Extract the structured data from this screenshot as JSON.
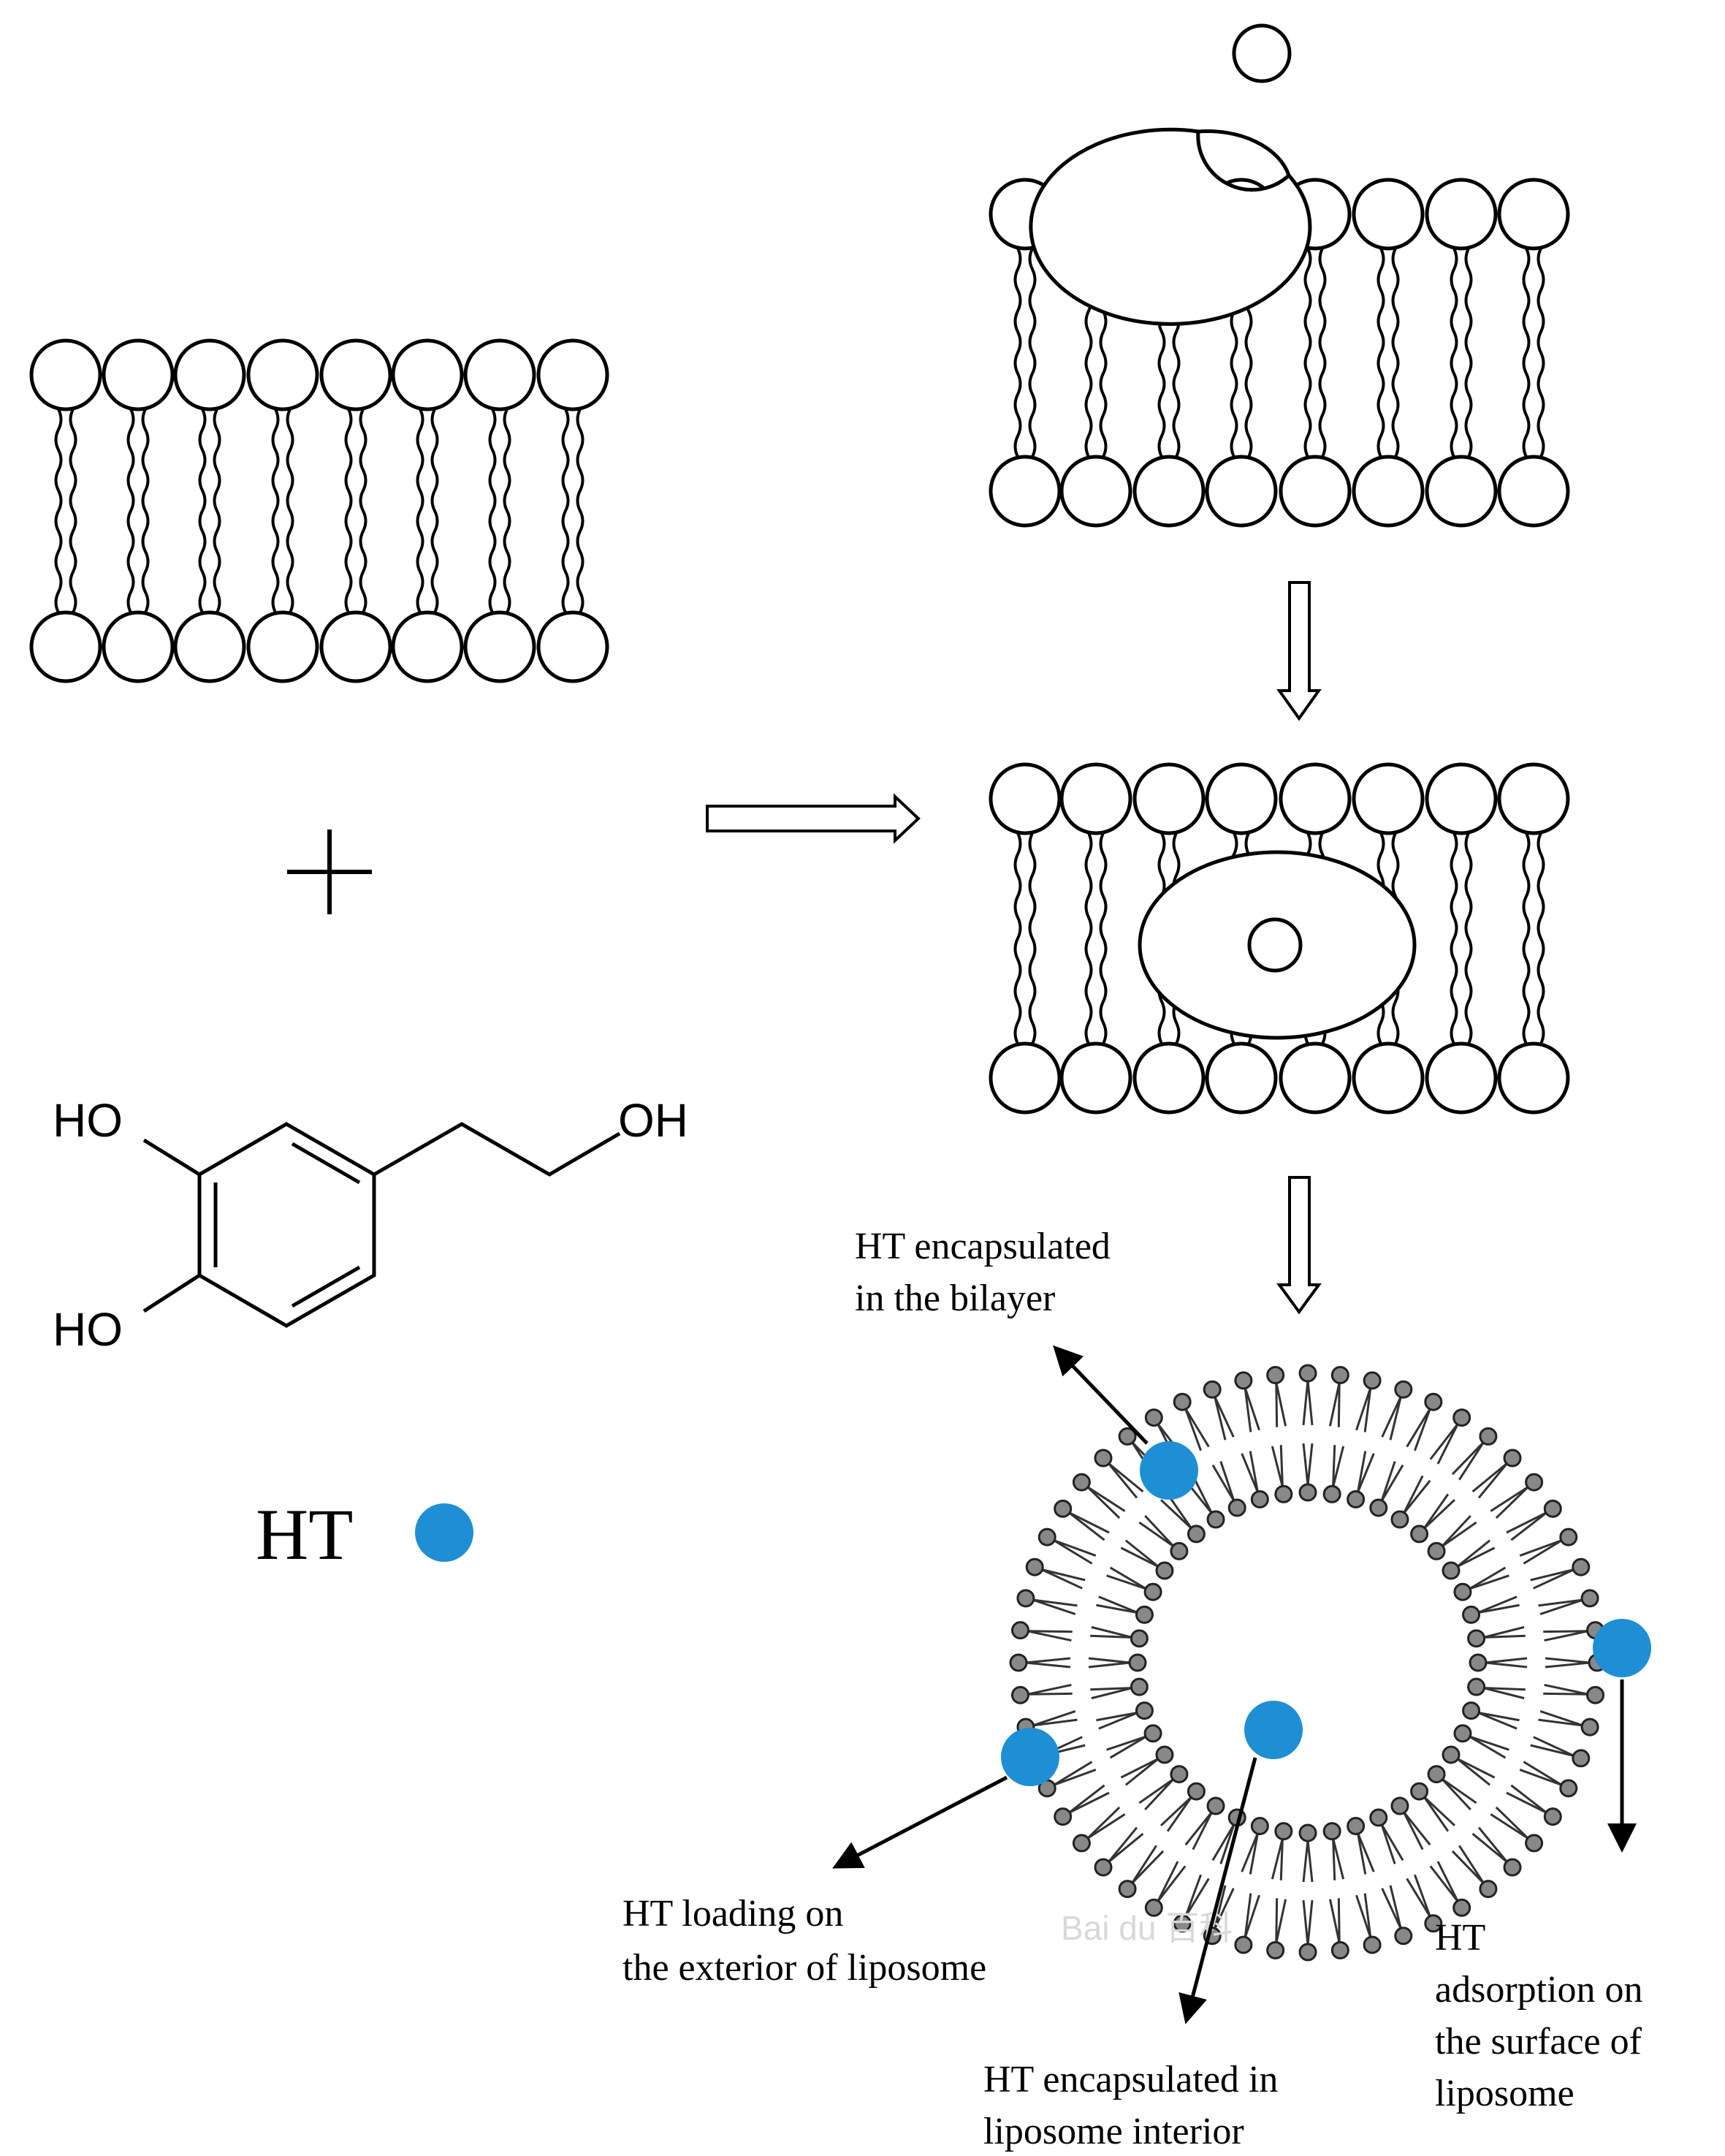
{
  "molecule": {
    "labels": [
      "HO",
      "HO",
      "OH"
    ]
  },
  "legend": {
    "label": "HT",
    "marker_color": "#1e8fd4"
  },
  "annotations": {
    "bilayer": [
      "HT encapsulated",
      "in  the bilayer"
    ],
    "exterior": [
      "HT loading on",
      "the exterior of liposome"
    ],
    "interior": [
      "HT encapsulated in",
      "liposome interior"
    ],
    "surface": [
      "HT",
      "adsorption on",
      "the surface of",
      "liposome"
    ]
  },
  "watermark": "Bai du 百科",
  "colors": {
    "ht_marker": "#1e8fd4",
    "line": "#000000"
  }
}
